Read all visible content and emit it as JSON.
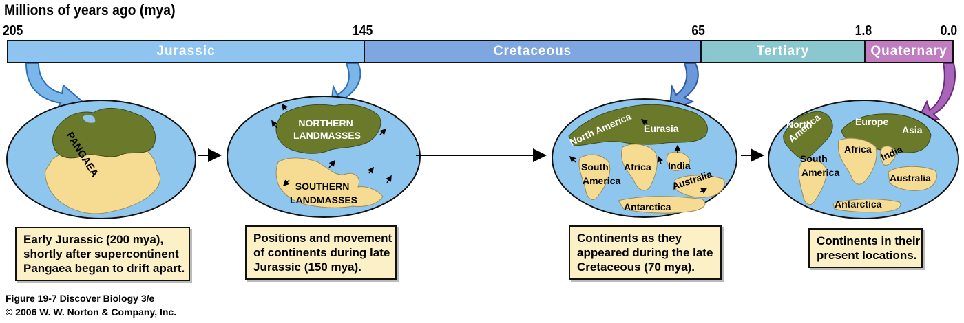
{
  "timeline": {
    "axis_title": "Millions of years ago (mya)",
    "ticks": [
      "205",
      "145",
      "65",
      "1.8",
      "0.0"
    ],
    "periods": [
      {
        "name": "Jurassic",
        "color": "#8ec4ef"
      },
      {
        "name": "Cretaceous",
        "color": "#7ea6e0"
      },
      {
        "name": "Tertiary",
        "color": "#8ac7cf"
      },
      {
        "name": "Quaternary",
        "color": "#c07ec0"
      }
    ]
  },
  "maps": {
    "map1": {
      "labels": [
        "PANGAEA"
      ]
    },
    "map2": {
      "labels": [
        "NORTHERN",
        "LANDMASSES",
        "SOUTHERN",
        "LANDMASSES"
      ]
    },
    "map3": {
      "labels": [
        "North America",
        "Eurasia",
        "South",
        "America",
        "Africa",
        "India",
        "Australia",
        "Antarctica"
      ]
    },
    "map4": {
      "labels": [
        "North",
        "America",
        "Europe",
        "Asia",
        "Africa",
        "India",
        "South",
        "America",
        "Australia",
        "Antarctica"
      ]
    }
  },
  "captions": [
    {
      "lines": [
        "Early Jurassic (200 mya),",
        "shortly after supercontinent",
        "Pangaea began to drift apart."
      ]
    },
    {
      "lines": [
        "Positions and movement",
        "of continents during late",
        "Jurassic (150 mya)."
      ]
    },
    {
      "lines": [
        "Continents as they",
        "appeared during the late",
        "Cretaceous (70 mya)."
      ]
    },
    {
      "lines": [
        "Continents in their",
        "present locations."
      ]
    }
  ],
  "credits": {
    "figure": "Figure 19-7  Discover Biology 3/e",
    "copyright": "© 2006 W. W. Norton & Company, Inc."
  },
  "colors": {
    "ocean": "#8fc6ee",
    "land_north": "#6b7a2a",
    "land_south": "#f6dc93",
    "caption_bg": "#fbf0c6"
  }
}
